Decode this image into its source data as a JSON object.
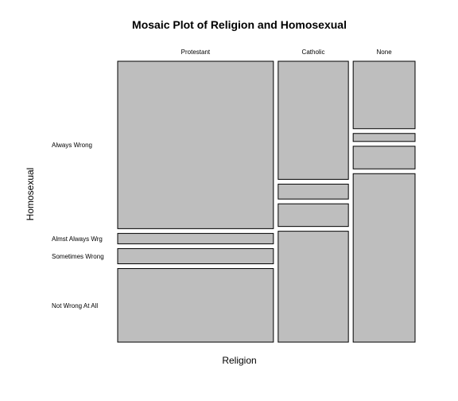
{
  "chart_data": {
    "type": "mosaic",
    "title": "Mosaic Plot of Religion and Homosexual",
    "xlabel": "Religion",
    "ylabel": "Homosexual",
    "x_categories": [
      "Protestant",
      "Catholic",
      "None"
    ],
    "y_categories": [
      "Always Wrong",
      "Almst Always Wrg",
      "Sometimes Wrong",
      "Not Wrong At All"
    ],
    "x_proportions": [
      0.541,
      0.244,
      0.215
    ],
    "conditional_proportions": [
      [
        0.628,
        0.039,
        0.057,
        0.276
      ],
      [
        0.443,
        0.056,
        0.085,
        0.416
      ],
      [
        0.253,
        0.03,
        0.085,
        0.632
      ]
    ],
    "tile_color": "#bebebe",
    "border_color": "#000000"
  }
}
